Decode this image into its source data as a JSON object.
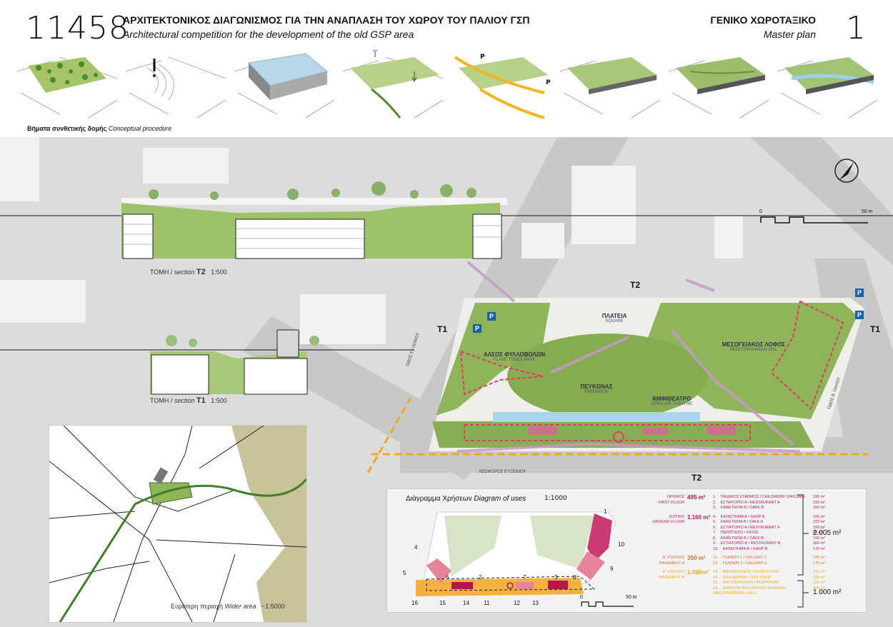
{
  "header": {
    "number": "11458",
    "title_gr": "ΑΡΧΙΤΕΚΤΟΝΙΚΟΣ ΔΙΑΓΩΝΙΣΜΟΣ ΓΙΑ ΤΗΝ ΑΝΑΠΛΑΣΗ ΤΟΥ ΧΩΡΟΥ ΤΟΥ ΠΑΛΙΟΥ ΓΣΠ",
    "title_en": "Architectural competition for the development of the old GSP area",
    "sheet_gr": "ΓΕΝΙΚΟ ΧΩΡΟΤΑΞΙΚΟ",
    "sheet_en": "Master plan",
    "page": "1"
  },
  "procedure": {
    "label_gr": "Βήματα συνθετικής δομής",
    "label_en": "Conceptual procedure"
  },
  "sections": {
    "t2": {
      "label_gr": "ΤΟΜΗ /",
      "label_en": "section",
      "mark": "T2",
      "scale": "1:500"
    },
    "t1": {
      "label_gr": "ΤΟΜΗ /",
      "label_en": "section",
      "mark": "T1",
      "scale": "1:500"
    }
  },
  "plan": {
    "scale_zero": "0",
    "scale_end": "50 m",
    "zones": [
      {
        "gr": "ΑΛΣΟΣ ΦΥΛΛΟΒΟΛΩΝ",
        "en": "FLANE TREES PARK"
      },
      {
        "gr": "ΠΛΑΤΕΙΑ",
        "en": "SQUARE"
      },
      {
        "gr": "ΜΕΣΟΓΕΙΑΚΟΣ ΛΟΦΟΣ",
        "en": "MEDITERRANEAN HILL"
      },
      {
        "gr": "ΠΕΥΚΩΝΑΣ",
        "en": "PINEWOOD"
      },
      {
        "gr": "ΑΜΦΙΘΕΑΤΡΟ",
        "en": "OPEN-AIR THEATRE"
      }
    ],
    "streets": [
      "ΟΔΟΣ ΕΥΞΕΙΝΟΥ",
      "ΟΔΟΣ Β. ΟΑΛΟΥ",
      "ΛΕΩΦΟΡΟΣ ΕΥΞΕΙΝΟΥ"
    ],
    "t1": "T1",
    "t2": "T2",
    "parking": "P"
  },
  "wider": {
    "label_gr": "Ευρύτερη περιοχή",
    "label_en": "Wider area",
    "scale": "~1:5000"
  },
  "uses": {
    "title_gr": "Διάγραμμα Χρήσεων",
    "title_en": "Diagram of uses",
    "scale": "1:1000",
    "scale_zero": "0",
    "scale_end": "50 m",
    "groups": [
      {
        "level_gr": "ΟΡΟΦΟΣ",
        "level_en": "FIRST FLOOR",
        "area": "495 m²",
        "color": "#b5174d",
        "items": [
          {
            "n": "1.",
            "t": "ΠΑΙΔΙΚΟΣ ΣΤΑΘΜΟΣ / CHILDRENS' DAYCARE",
            "a": "195 m²"
          },
          {
            "n": "2.",
            "t": "ΕΣΤΙΑΤΟΡΙΟ Α / RESTAURANT A",
            "a": "150 m²"
          },
          {
            "n": "3.",
            "t": "ΚΑΦΕΤΕΡΙΑ Β / CAFE B",
            "a": "150 m²"
          }
        ]
      },
      {
        "level_gr": "ΙΣΟΓΕΙΟ",
        "level_en": "GROUND FLOOR",
        "area": "1.160 m²",
        "color": "#c2185b",
        "items": [
          {
            "n": "4.",
            "t": "ΚΑΤΑΣΤΗΜΑ Α / SHOP A",
            "a": "100 m²"
          },
          {
            "n": "5.",
            "t": "ΚΑΦΕΤΕΡΙΑ Α / CAFE A",
            "a": "220 m²"
          },
          {
            "n": "6.",
            "t": "ΕΣΤΙΑΤΟΡΙΟ Α / RESTAURANT A",
            "a": "150 m²"
          },
          {
            "n": "7.",
            "t": "ΠΕΡΙΠΤΕΡΟ / KIOSK",
            "a": "80 m²"
          },
          {
            "n": "8.",
            "t": "ΚΑΦΕΤΕΡΙΑ Β / CAFE B",
            "a": "100 m²"
          },
          {
            "n": "9.",
            "t": "ΕΣΤΙΑΤΟΡΙΟ Β / RESTAURANT B",
            "a": "300 m²"
          },
          {
            "n": "10.",
            "t": "ΚΑΤΑΣΤΗΜΑ Β / SHOP B",
            "a": "170 m²"
          }
        ]
      },
      {
        "level_gr": "Α' ΥΠΟΓΕΙΟ",
        "level_en": "BASEMENT A",
        "area": "350 m²",
        "color": "#e06a2a",
        "items": [
          {
            "n": "11.",
            "t": "ΓΚΑΛΕΡΙ 1 / GALLERY 1",
            "a": "180 m²"
          },
          {
            "n": "12.",
            "t": "ΓΚΑΛΕΡΙ 2 / GALLERY 2",
            "a": "170 m²"
          }
        ]
      },
      {
        "level_gr": "Β' ΥΠΟΓΕΙΟ",
        "level_en": "BASEMENT B",
        "area": "1.000m²",
        "color": "#f2a51f",
        "items": [
          {
            "n": "13.",
            "t": "ΒΙΒΛΙΟΠΩΛΕΙΟ / BOOKSTORE",
            "a": "150 m²"
          },
          {
            "n": "14.",
            "t": "ΕΙΔΗ ΔΩΡΩΝ / GIFT SHOP",
            "a": "150 m²"
          },
          {
            "n": "15.",
            "t": "ΑΙΘ.ΠΑΙΧΝΙΔΙΩΝ / PLAYROOM",
            "a": "150 m²"
          },
          {
            "n": "16.",
            "t": "ΑΙΘΟΥΣΑ ΠΟΛΛΑΠΛΩΝ ΧΡΗΣΕΩΝ (MULTIPURPOSE HALL)",
            "a": "550 m²"
          }
        ]
      }
    ],
    "total_upper": "2.005 m²",
    "total_basement": "1.000 m²",
    "diagram_numbers": [
      "1",
      "2",
      "3",
      "4",
      "5",
      "6",
      "7",
      "8",
      "9",
      "10",
      "11",
      "12",
      "13",
      "14",
      "15",
      "16"
    ]
  }
}
